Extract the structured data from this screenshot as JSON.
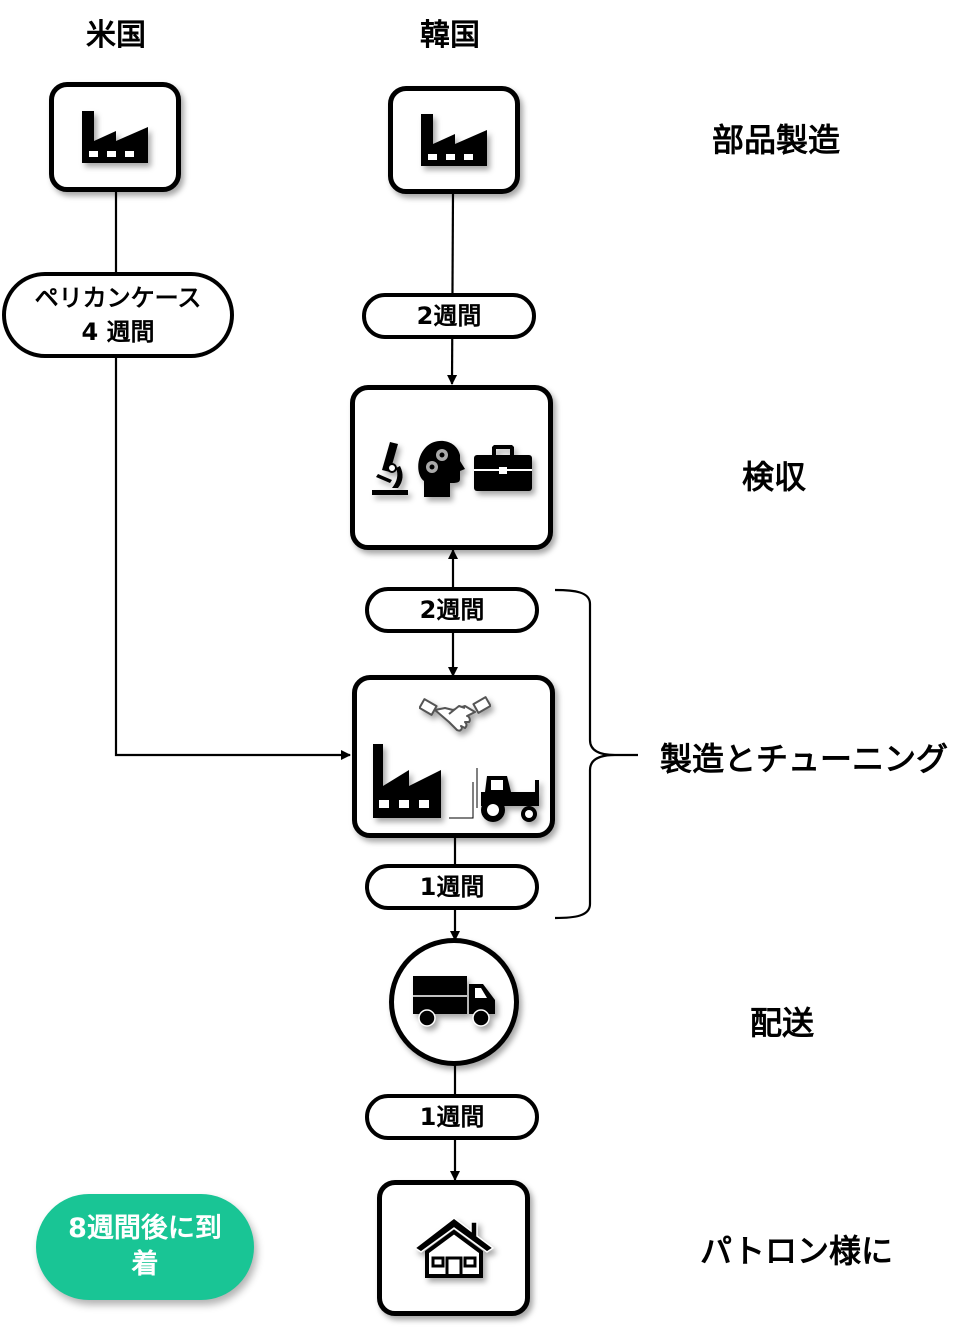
{
  "columns": {
    "usa": "米国",
    "korea": "韓国"
  },
  "stages": {
    "parts_manufacturing": "部品製造",
    "inspection": "検収",
    "manufacturing_tuning": "製造とチューニング",
    "delivery": "配送",
    "to_patron": "パトロン様に"
  },
  "durations": {
    "pelican_case": "ペリカンケース 4 週間",
    "korea_to_inspection": "2週間",
    "inspection_to_manufacturing": "2週間",
    "manufacturing_to_delivery": "1週間",
    "delivery_to_patron": "1週間"
  },
  "total": "8週間後に到着",
  "colors": {
    "total_badge": "#19c595",
    "line": "#000000"
  },
  "icons": {
    "usa_factory": "factory-icon",
    "korea_factory": "factory-icon",
    "inspection": [
      "microscope-icon",
      "head-gears-icon",
      "briefcase-icon"
    ],
    "manufacturing": [
      "handshake-icon",
      "factory-icon",
      "tractor-icon"
    ],
    "delivery": "truck-icon",
    "patron": "house-icon"
  }
}
